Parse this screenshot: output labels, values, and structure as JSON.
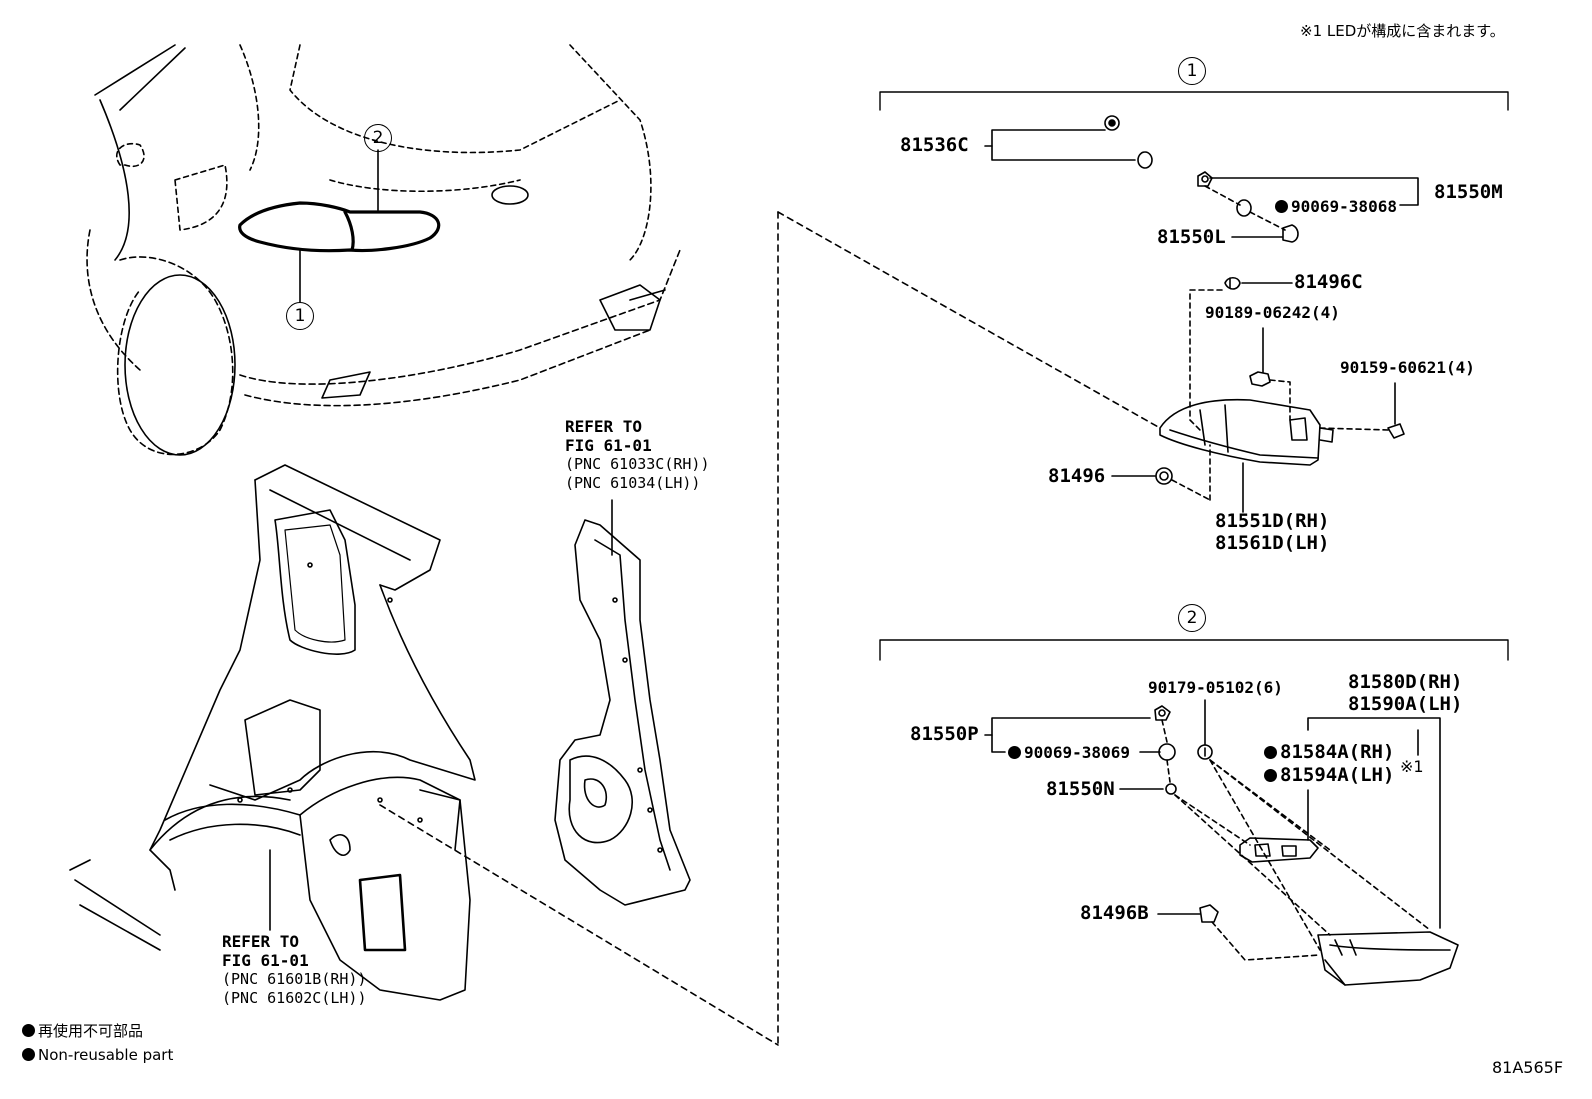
{
  "header_note": "※1 LEDが構成に含まれます。",
  "drawing_number": "81A565F",
  "legend": {
    "jp": "再使用不可部品",
    "en": "Non-reusable part"
  },
  "callouts": {
    "one": "1",
    "two": "2"
  },
  "refer_quarter_inner": {
    "line1": "REFER TO",
    "line2": "FIG 61-01",
    "line3": "(PNC 61033C(RH))",
    "line4": "(PNC 61034(LH))"
  },
  "refer_quarter_panel": {
    "line1": "REFER TO",
    "line2": "FIG 61-01",
    "line3": "(PNC 61601B(RH))",
    "line4": "(PNC 61602C(LH))"
  },
  "group1": {
    "p81536C": "81536C",
    "p81550M": "81550M",
    "p90069_38068": "90069-38068",
    "p81550L": "81550L",
    "p81496C": "81496C",
    "p90189": "90189-06242(4)",
    "p90159": "90159-60621(4)",
    "p81496": "81496",
    "p81551D": "81551D(RH)",
    "p81561D": "81561D(LH)"
  },
  "group2": {
    "p90179": "90179-05102(6)",
    "p81580D": "81580D(RH)",
    "p81590A": "81590A(LH)",
    "p81550P": "81550P",
    "p90069_38069": "90069-38069",
    "p81584A": "81584A(RH)",
    "p81594A": "81594A(LH)",
    "mark1": "※1",
    "p81550N": "81550N",
    "p81496B": "81496B"
  }
}
